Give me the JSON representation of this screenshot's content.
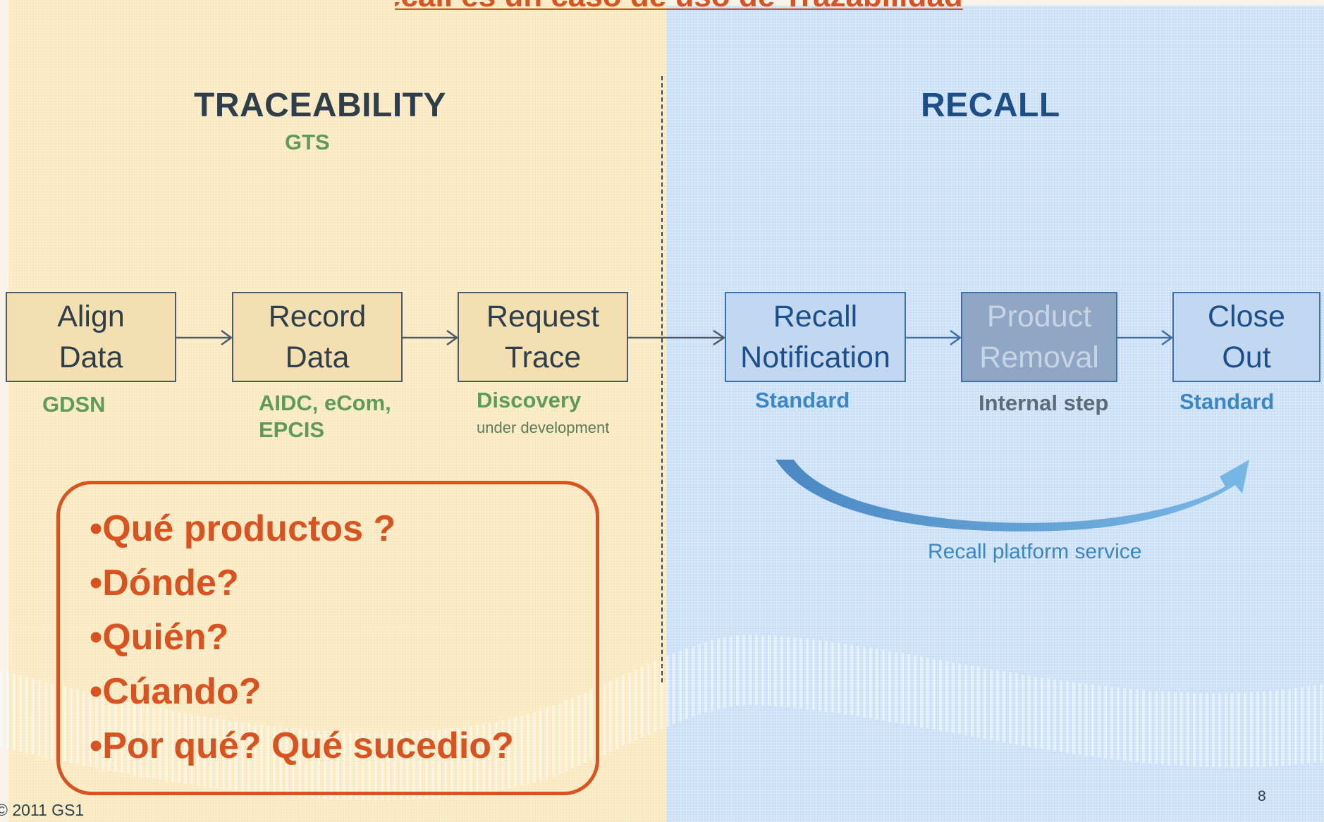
{
  "page_title": "Recall es un caso de uso de Trazabilidad",
  "traceability": {
    "heading": "TRACEABILITY",
    "sub": "GTS",
    "steps": [
      {
        "line1": "Align",
        "line2": "Data",
        "label": "GDSN",
        "label2": "",
        "note": ""
      },
      {
        "line1": "Record",
        "line2": "Data",
        "label": "AIDC, eCom,",
        "label2": "EPCIS",
        "note": ""
      },
      {
        "line1": "Request",
        "line2": "Trace",
        "label": "Discovery",
        "label2": "",
        "note": "under development"
      }
    ]
  },
  "recall": {
    "heading": "RECALL",
    "steps": [
      {
        "line1": "Recall",
        "line2": "Notification",
        "label": "Standard"
      },
      {
        "line1": "Product",
        "line2": "Removal",
        "label": "Internal step"
      },
      {
        "line1": "Close",
        "line2": "Out",
        "label": "Standard"
      }
    ],
    "platform_label": "Recall platform service"
  },
  "questions": [
    "•Qué productos ?",
    "•Dónde?",
    "•Quién?",
    "•Cúando?",
    "•Por qué?  Qué sucedio?"
  ],
  "footer": {
    "copyright": "© 2011 GS1",
    "page_number": "8"
  },
  "colors": {
    "accent_orange": "#d9521f",
    "trace_panel": "#fbe9bd",
    "recall_panel": "#cadff6",
    "green_label": "#5e9a58",
    "blue_label": "#3b86c6",
    "recall_heading": "#1c4f8a"
  }
}
